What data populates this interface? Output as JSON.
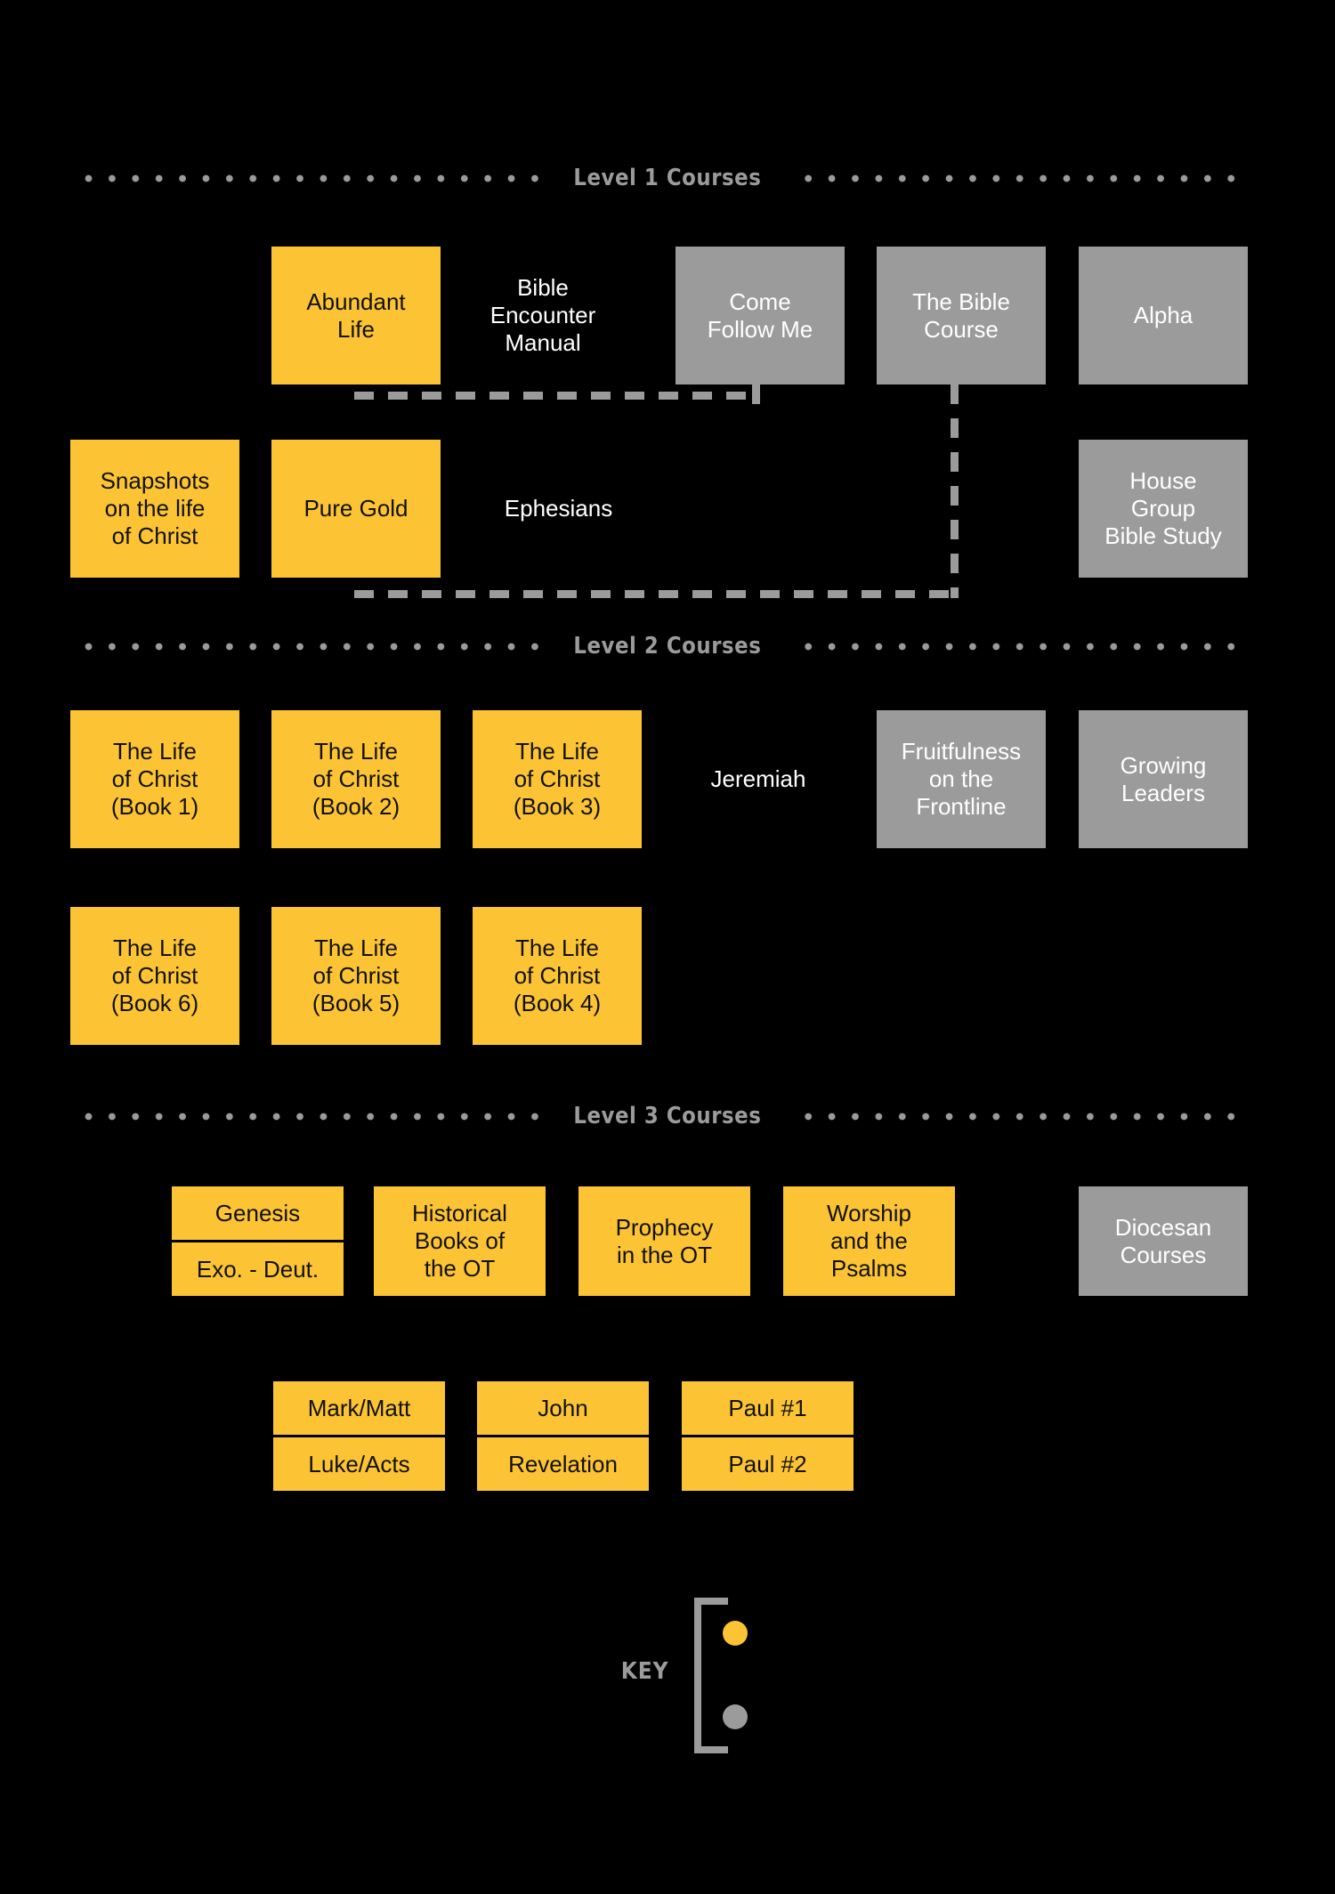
{
  "page": {
    "background_color": "#000000",
    "yellow": "#FCC434",
    "gray": "#9B9B9B",
    "white": "#FFFFFF"
  },
  "dividers": [
    {
      "label": "Level 1 Courses"
    },
    {
      "label": "Level 2 Courses"
    },
    {
      "label": "Level 3 Courses"
    }
  ],
  "level1": {
    "row1": [
      {
        "label": "Abundant\nLife",
        "style": "yellow"
      },
      {
        "label": "Bible\nEncounter\nManual",
        "style": "ghost"
      },
      {
        "label": "Come\nFollow Me",
        "style": "gray"
      },
      {
        "label": "The Bible\nCourse",
        "style": "gray"
      },
      {
        "label": "Alpha",
        "style": "gray"
      }
    ],
    "row2": [
      {
        "label": "Snapshots\non the life\nof Christ",
        "style": "yellow"
      },
      {
        "label": "Pure Gold",
        "style": "yellow"
      },
      {
        "label": "Ephesians",
        "style": "ghost"
      },
      {
        "label": "House\nGroup\nBible Study",
        "style": "gray"
      }
    ]
  },
  "level2": {
    "row1": [
      {
        "label": "The Life\nof Christ\n(Book 1)",
        "style": "yellow"
      },
      {
        "label": "The Life\nof Christ\n(Book 2)",
        "style": "yellow"
      },
      {
        "label": "The Life\nof Christ\n(Book 3)",
        "style": "yellow"
      },
      {
        "label": "Jeremiah",
        "style": "ghost"
      },
      {
        "label": "Fruitfulness\non the\nFrontline",
        "style": "gray"
      },
      {
        "label": "Growing\nLeaders",
        "style": "gray"
      }
    ],
    "row2": [
      {
        "label": "The Life\nof Christ\n(Book 6)",
        "style": "yellow"
      },
      {
        "label": "The Life\nof Christ\n(Book 5)",
        "style": "yellow"
      },
      {
        "label": "The Life\nof Christ\n(Book 4)",
        "style": "yellow"
      }
    ]
  },
  "level3": {
    "row1": [
      {
        "cells": [
          "Genesis",
          "Exo. - Deut."
        ],
        "style": "yellow-split"
      },
      {
        "label": "Historical\nBooks of\nthe OT",
        "style": "yellow"
      },
      {
        "label": "Prophecy\nin the OT",
        "style": "yellow"
      },
      {
        "label": "Worship\nand the\nPsalms",
        "style": "yellow"
      },
      {
        "label": "Diocesan\nCourses",
        "style": "gray"
      }
    ],
    "row2": [
      {
        "cells": [
          "Mark/Matt",
          "Luke/Acts"
        ],
        "style": "yellow-split"
      },
      {
        "cells": [
          "John",
          "Revelation"
        ],
        "style": "yellow-split"
      },
      {
        "cells": [
          "Paul #1",
          "Paul #2"
        ],
        "style": "yellow-split"
      }
    ]
  },
  "key": {
    "label": "KEY",
    "items": [
      {
        "swatch": "yellow"
      },
      {
        "swatch": "gray"
      }
    ]
  }
}
